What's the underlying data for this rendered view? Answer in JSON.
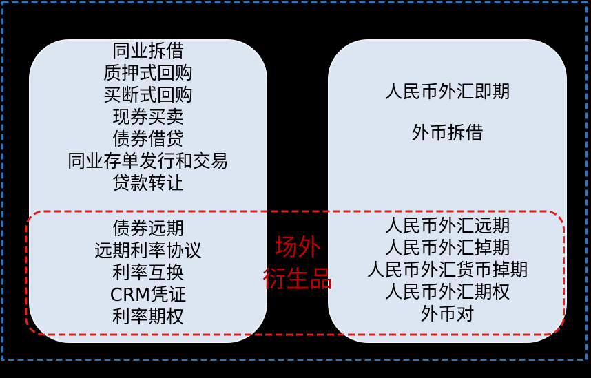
{
  "colors": {
    "background": "#000000",
    "outer_border": "#2E75B6",
    "box_fill": "#DCE6F2",
    "otc_outline": "#E0211C",
    "otc_label_text": "#C00000",
    "item_text": "#000000"
  },
  "left_box": {
    "standard_items": [
      "同业拆借",
      "质押式回购",
      "买断式回购",
      "现券买卖",
      "债券借贷",
      "同业存单发行和交易",
      "贷款转让"
    ],
    "otc_items": [
      "债券远期",
      "远期利率协议",
      "利率互换",
      "CRM凭证",
      "利率期权"
    ]
  },
  "right_box": {
    "standard_items": [
      "人民币外汇即期",
      "外币拆借"
    ],
    "otc_items": [
      "人民币外汇远期",
      "人民币外汇掉期",
      "人民币外汇货币掉期",
      "人民币外汇期权",
      "外币对"
    ]
  },
  "otc_label": {
    "line1": "场外",
    "line2": "衍生品"
  }
}
